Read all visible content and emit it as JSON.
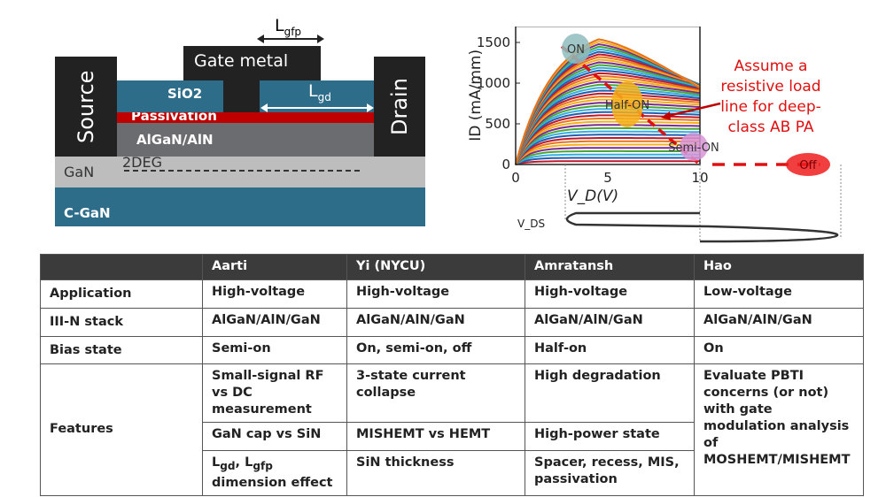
{
  "diagram": {
    "gate": "Gate metal",
    "source": "Source",
    "drain": "Drain",
    "sio2": "SiO2",
    "passivation": "Passivation",
    "barrier": "AlGaN/AlN",
    "gan": "GaN",
    "twodeg": "2DEG",
    "cgan": "C-GaN",
    "lgfp": {
      "main": "L",
      "sub": "gfp"
    },
    "lgd": {
      "main": "L",
      "sub": "gd"
    },
    "colors": {
      "metal": "#222222",
      "sio2": "#2e6d8a",
      "passivation": "#c00000",
      "barrier": "#6b6c70",
      "gan": "#bdbdbd",
      "cgan": "#2e6d8a"
    }
  },
  "chart_data": {
    "type": "line",
    "xlabel": "V_D(V)",
    "ylabel": "I_D (mA/mm)",
    "xlim": [
      0,
      10
    ],
    "ylim": [
      0,
      1700
    ],
    "xticks": [
      "0",
      "5",
      "10"
    ],
    "yticks": [
      "0",
      "500",
      "1000",
      "1500"
    ],
    "series_count": 42,
    "annotations": {
      "on": "ON",
      "half_on": "Half-ON",
      "semi_on": "Semi-ON",
      "off": "Off",
      "note": "Assume a resistive load line for deep-class AB PA",
      "vds": "V_DS"
    },
    "load_line": [
      [
        2.5,
        1450
      ],
      [
        10,
        0
      ],
      [
        17,
        0
      ]
    ],
    "colors": [
      "#e8731c",
      "#c0182a",
      "#1f5fb0",
      "#35aee0",
      "#49a636",
      "#7b2a92",
      "#f4b01a"
    ]
  },
  "table": {
    "headers": [
      "",
      "Aarti",
      "Yi (NYCU)",
      "Amratansh",
      "Hao"
    ],
    "rows": [
      [
        "Application",
        "High-voltage",
        "High-voltage",
        "High-voltage",
        "Low-voltage"
      ],
      [
        "III-N stack",
        "AlGaN/AlN/GaN",
        "AlGaN/AlN/GaN",
        "AlGaN/AlN/GaN",
        "AlGaN/AlN/GaN"
      ],
      [
        "Bias state",
        "Semi-on",
        "On, semi-on, off",
        "Half-on",
        "On"
      ]
    ],
    "features": {
      "label": "Features",
      "hao": "Evaluate PBTI concerns (or not) with gate modulation analysis of MOSHEMT/MISHEMT",
      "rows": [
        [
          "Small-signal RF vs DC measurement",
          "3-state current collapse",
          "High degradation"
        ],
        [
          "GaN cap vs SiN",
          "MISHEMT vs HEMT",
          "High-power state"
        ],
        [
          "L_gd, L_gfp dimension effect",
          "SiN thickness",
          "Spacer, recess, MIS, passivation"
        ]
      ],
      "lgd_sub": "gd",
      "lgfp_sub": "gfp",
      "dim_rest": " dimension effect"
    }
  }
}
